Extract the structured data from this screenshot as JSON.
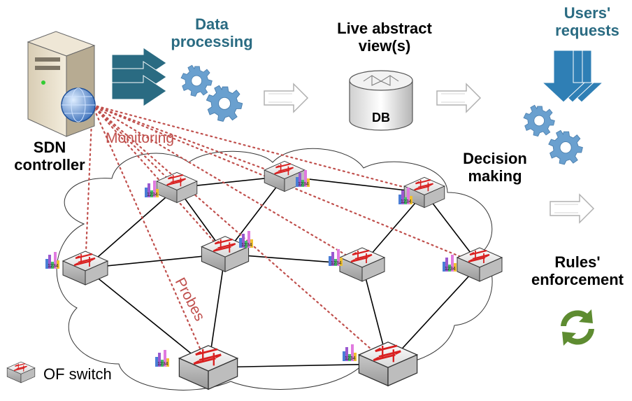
{
  "labels": {
    "data_processing": [
      "Data",
      "processing"
    ],
    "live_view": [
      "Live abstract",
      "view(s)"
    ],
    "users_requests": [
      "Users'",
      "requests"
    ],
    "sdn_controller": [
      "SDN",
      "controller"
    ],
    "monitoring": "Monitoring",
    "decision_making": [
      "Decision",
      "making"
    ],
    "rules_enforcement": [
      "Rules'",
      "enforcement"
    ],
    "probes": "Probes",
    "db": "DB",
    "legend": "OF switch"
  },
  "colors": {
    "teal": "#2a6b82",
    "gear": "#6aa0cf",
    "probe_line": "#c0504d",
    "recycle": "#5e8c31",
    "req_arrow": "#2f7fb5"
  },
  "switches": [
    {
      "id": "s1",
      "name": "switch-top-left"
    },
    {
      "id": "s2",
      "name": "switch-top-center"
    },
    {
      "id": "s3",
      "name": "switch-top-right"
    },
    {
      "id": "s4",
      "name": "switch-mid-left"
    },
    {
      "id": "s5",
      "name": "switch-center"
    },
    {
      "id": "s6",
      "name": "switch-mid-right"
    },
    {
      "id": "s7",
      "name": "switch-far-right"
    },
    {
      "id": "s8",
      "name": "switch-bottom-left"
    },
    {
      "id": "s9",
      "name": "switch-bottom-right"
    }
  ],
  "links": [
    [
      "s1",
      "s2"
    ],
    [
      "s2",
      "s3"
    ],
    [
      "s1",
      "s4"
    ],
    [
      "s1",
      "s5"
    ],
    [
      "s2",
      "s5"
    ],
    [
      "s3",
      "s6"
    ],
    [
      "s3",
      "s7"
    ],
    [
      "s4",
      "s5"
    ],
    [
      "s5",
      "s6"
    ],
    [
      "s6",
      "s9"
    ],
    [
      "s7",
      "s9"
    ],
    [
      "s4",
      "s8"
    ],
    [
      "s5",
      "s8"
    ],
    [
      "s8",
      "s9"
    ]
  ],
  "probes": [
    "s1",
    "s2",
    "s3",
    "s4",
    "s5",
    "s6",
    "s7",
    "s8",
    "s9"
  ]
}
